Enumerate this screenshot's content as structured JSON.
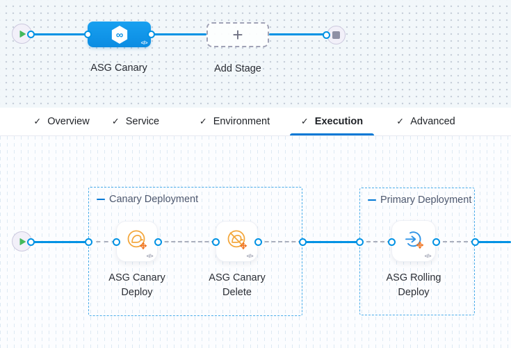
{
  "stage_canvas": {
    "stage_name": "ASG Canary",
    "add_stage_label": "Add Stage",
    "plus_glyph": "+",
    "infinity_glyph": "∞",
    "code_glyph": "</>"
  },
  "tab_bar": {
    "check_glyph": "✓",
    "tabs": [
      {
        "label": "Overview",
        "active": false
      },
      {
        "label": "Service",
        "active": false
      },
      {
        "label": "Environment",
        "active": false
      },
      {
        "label": "Execution",
        "active": true
      },
      {
        "label": "Advanced",
        "active": false
      }
    ]
  },
  "execution_canvas": {
    "code_glyph": "</>",
    "groups": [
      {
        "label": "Canary Deployment",
        "steps": [
          {
            "name_line1": "ASG Canary",
            "name_line2": "Deploy",
            "icon": "canary-deploy-icon"
          },
          {
            "name_line1": "ASG Canary",
            "name_line2": "Delete",
            "icon": "canary-delete-icon"
          }
        ]
      },
      {
        "label": "Primary Deployment",
        "steps": [
          {
            "name_line1": "ASG Rolling",
            "name_line2": "Deploy",
            "icon": "rolling-deploy-icon"
          }
        ]
      }
    ]
  },
  "colors": {
    "accent_blue": "#0092e4",
    "active_tab_underline": "#0278d5",
    "stage_node_blue": "#0e93e8",
    "group_border_blue": "#47abe9",
    "canary_amber": "#f3a73c",
    "arrows_orange": "#f0731f",
    "rolling_blue": "#2e93e6",
    "play_green": "#44b95c"
  }
}
